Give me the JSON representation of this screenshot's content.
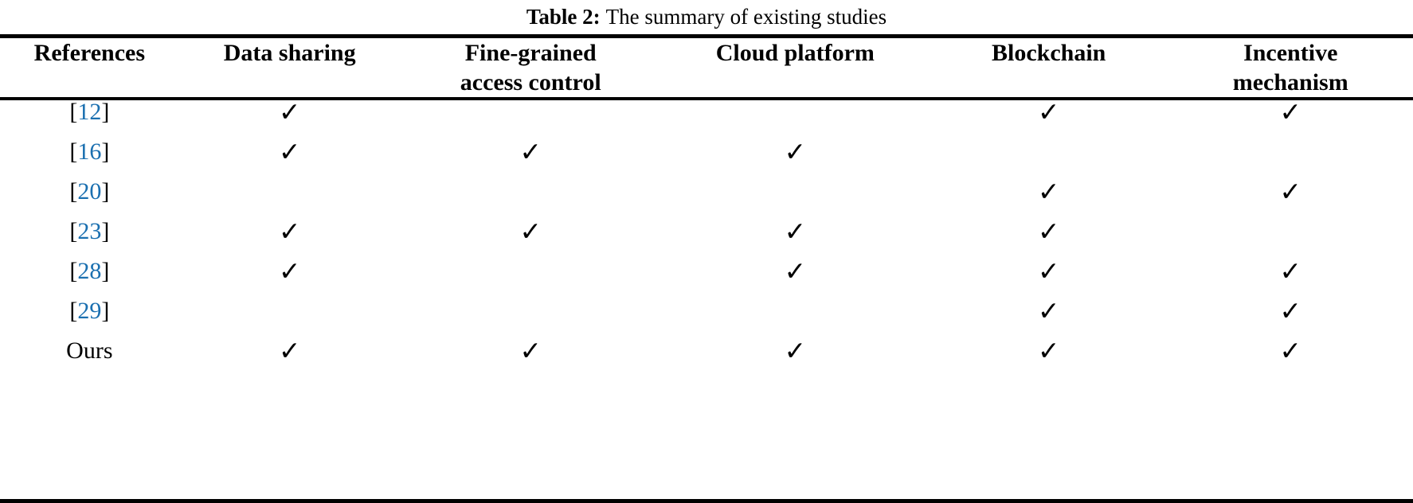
{
  "caption": {
    "label": "Table 2:",
    "text": "The summary of existing studies"
  },
  "accent_color": "#1a6fb0",
  "rule_color": "#000000",
  "check_glyph": "✓",
  "columns": [
    {
      "key": "references",
      "line1": "References",
      "line2": ""
    },
    {
      "key": "data_sharing",
      "line1": "Data sharing",
      "line2": ""
    },
    {
      "key": "fine_grained_access_control",
      "line1": "Fine-grained",
      "line2": "access control"
    },
    {
      "key": "cloud_platform",
      "line1": "Cloud platform",
      "line2": ""
    },
    {
      "key": "blockchain",
      "line1": "Blockchain",
      "line2": ""
    },
    {
      "key": "incentive_mechanism",
      "line1": "Incentive",
      "line2": "mechanism"
    }
  ],
  "rows": [
    {
      "reference_open": "[",
      "reference_num": "12",
      "reference_close": "]",
      "is_link": true,
      "data_sharing": "✓",
      "fine_grained_access_control": "",
      "cloud_platform": "",
      "blockchain": "✓",
      "incentive_mechanism": "✓"
    },
    {
      "reference_open": "[",
      "reference_num": "16",
      "reference_close": "]",
      "is_link": true,
      "data_sharing": "✓",
      "fine_grained_access_control": "✓",
      "cloud_platform": "✓",
      "blockchain": "",
      "incentive_mechanism": ""
    },
    {
      "reference_open": "[",
      "reference_num": "20",
      "reference_close": "]",
      "is_link": true,
      "data_sharing": "",
      "fine_grained_access_control": "",
      "cloud_platform": "",
      "blockchain": "✓",
      "incentive_mechanism": "✓"
    },
    {
      "reference_open": "[",
      "reference_num": "23",
      "reference_close": "]",
      "is_link": true,
      "data_sharing": "✓",
      "fine_grained_access_control": "✓",
      "cloud_platform": "✓",
      "blockchain": "✓",
      "incentive_mechanism": ""
    },
    {
      "reference_open": "[",
      "reference_num": "28",
      "reference_close": "]",
      "is_link": true,
      "data_sharing": "✓",
      "fine_grained_access_control": "",
      "cloud_platform": "✓",
      "blockchain": "✓",
      "incentive_mechanism": "✓"
    },
    {
      "reference_open": "[",
      "reference_num": "29",
      "reference_close": "]",
      "is_link": true,
      "data_sharing": "",
      "fine_grained_access_control": "",
      "cloud_platform": "",
      "blockchain": "✓",
      "incentive_mechanism": "✓"
    },
    {
      "reference_open": "",
      "reference_num": "Ours",
      "reference_close": "",
      "is_link": false,
      "data_sharing": "✓",
      "fine_grained_access_control": "✓",
      "cloud_platform": "✓",
      "blockchain": "✓",
      "incentive_mechanism": "✓"
    }
  ]
}
